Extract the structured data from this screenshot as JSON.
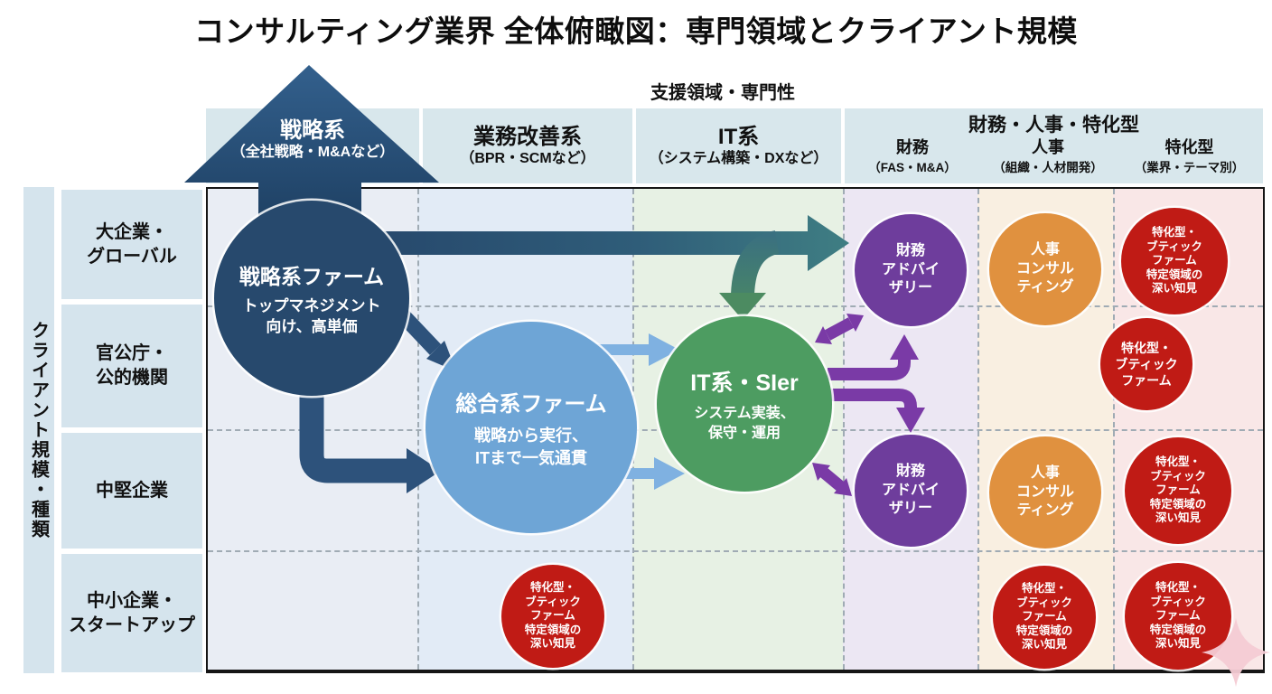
{
  "title": "コンサルティング業界 全体俯瞰図：専門領域とクライアント規模",
  "axis": {
    "top": "支援領域・専門性",
    "left": "クライアント規模・種類"
  },
  "columns": {
    "strategy": {
      "label": "戦略系",
      "sub": "（全社戦略・M&Aなど）"
    },
    "operations": {
      "label": "業務改善系",
      "sub": "（BPR・SCMなど）"
    },
    "it": {
      "label": "IT系",
      "sub": "（システム構築・DXなど）"
    },
    "finance_hr_boutique": {
      "label": "財務・人事・特化型",
      "finance": {
        "label": "財務",
        "sub": "（FAS・M&A）"
      },
      "hr": {
        "label": "人事",
        "sub": "（組織・人材開発）"
      },
      "boutique": {
        "label": "特化型",
        "sub": "（業界・テーマ別）"
      }
    }
  },
  "rows": {
    "large": "大企業・\nグローバル",
    "public": "官公庁・\n公的機関",
    "mid": "中堅企業",
    "small": "中小企業・\nスタートアップ"
  },
  "nodes": {
    "strategy_firm": {
      "title": "戦略系ファーム",
      "desc": "トップマネジメント\n向け、高単価"
    },
    "general_firm": {
      "title": "総合系ファーム",
      "desc": "戦略から実行、\nITまで一気通貫"
    },
    "it_sier": {
      "title": "IT系・SIer",
      "desc": "システム実装、\n保守・運用"
    },
    "financial_advisory": "財務\nアドバイ\nザリー",
    "hr_consulting": "人事\nコンサル\nティング",
    "boutique_full": "特化型・\nブティック\nファーム\n特定領域の\n深い知見",
    "boutique_short": "特化型・\nブティック\nファーム"
  },
  "colors": {
    "strategy_navy": "#27496d",
    "general_blue": "#6ea5d6",
    "it_green": "#4d9c61",
    "finance_purple": "#6e3d9c",
    "hr_orange": "#e0913f",
    "boutique_red": "#c01b15",
    "arrow_purple": "#7a3aa6",
    "arrow_lightblue": "#7fb1e1",
    "header_bg": "#d8e7ec"
  }
}
